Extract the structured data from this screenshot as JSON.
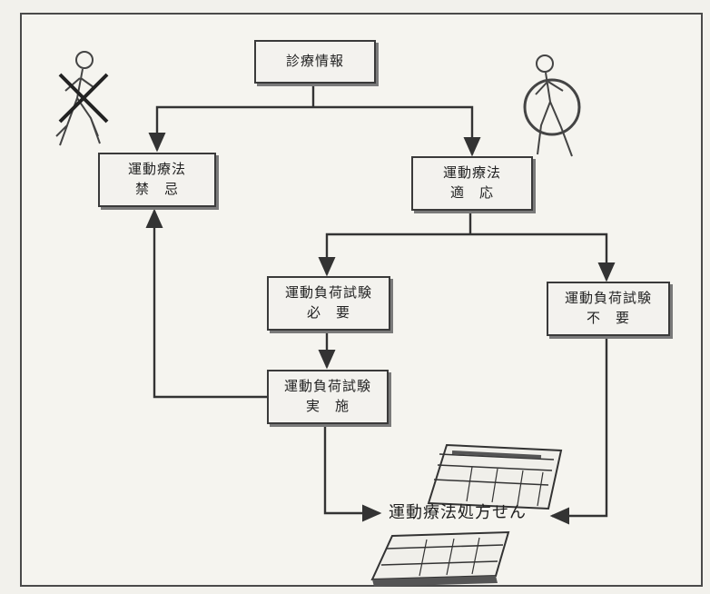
{
  "nodes": {
    "diagnosis": {
      "line1": "診療情報"
    },
    "contraindicated": {
      "line1": "運動療法",
      "line2": "禁　忌"
    },
    "indicated": {
      "line1": "運動療法",
      "line2": "適　応"
    },
    "test_required": {
      "line1": "運動負荷試験",
      "line2": "必　要"
    },
    "test_not_required": {
      "line1": "運動負荷試験",
      "line2": "不　要"
    },
    "test_performed": {
      "line1": "運動負荷試験",
      "line2": "実　施"
    },
    "prescription": {
      "label": "運動療法処方せん"
    }
  },
  "illustrations": {
    "left_figure": "runner-crossed-out-icon",
    "right_figure": "runner-circled-icon",
    "documents": "prescription-sheet-icon"
  },
  "colors": {
    "line": "#333333",
    "box_border": "#3a3a3a",
    "background": "#f3f2ee"
  }
}
